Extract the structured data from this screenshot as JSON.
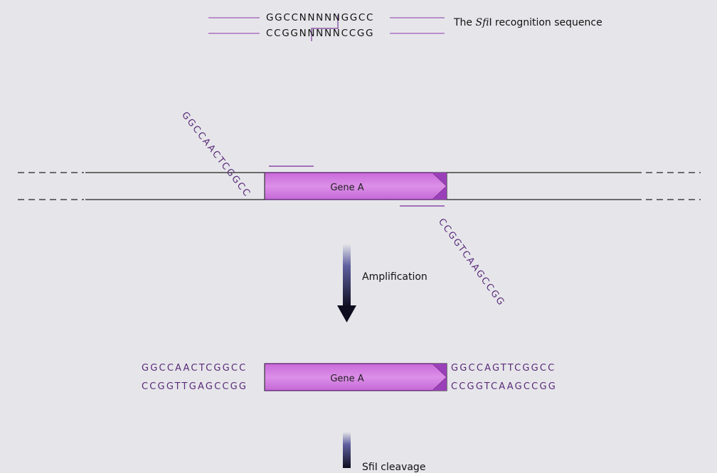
{
  "recognition": {
    "top_strand": "GGCCNNNNNGGCC",
    "bottom_strand": "CCGGNNNNNCCGG",
    "caption_prefix": "The ",
    "caption_enzyme": "Sfi",
    "caption_suffix": "I recognition sequence"
  },
  "primers": {
    "forward": "GGCCAACTCGGCC",
    "reverse": "CCGGTCAAGCCGG"
  },
  "gene": {
    "label_top": "Gene A",
    "label_product": "Gene A"
  },
  "steps": {
    "step1": "Amplification",
    "step2": "SfiI cleavage"
  },
  "product": {
    "left_top": "GGCCAACTCGGCC",
    "left_bottom": "CCGGTTGAGCCGG",
    "right_top": "GGCCAGTTCGGCC",
    "right_bottom": "CCGGTCAAGCCGG"
  },
  "colors": {
    "gene_fill": "#d27ee0",
    "gene_edge": "#8a3aa0",
    "primer_text": "#5a2a7a",
    "arrow_dark": "#0d0d1f"
  }
}
